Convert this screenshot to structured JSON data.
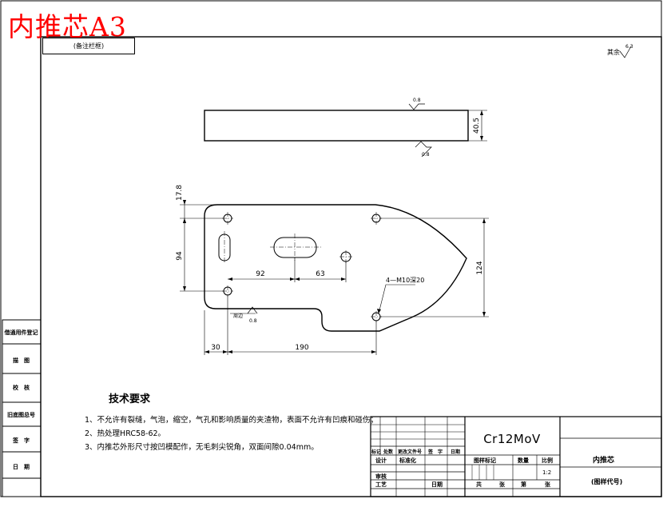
{
  "drawing_title": "内推芯A3",
  "stamp_box": "(备注栏框)",
  "surface_finish": {
    "label": "其余",
    "value": "6.3"
  },
  "dimensions": {
    "thickness": "40.5",
    "d_17_8": "17.8",
    "d_94": "94",
    "d_92": "92",
    "d_63": "63",
    "d_124": "124",
    "d_30": "30",
    "d_190": "190",
    "thread_callout": "4—M10深20"
  },
  "roughness": {
    "top": "0.8",
    "bottom": "0.8",
    "side_label": "周边",
    "side_value": "0.8"
  },
  "technical_requirements": {
    "title": "技术要求",
    "items": [
      "1、不允许有裂缝，气泡，缩空，气孔和影响质量的夹渣物，表面不允许有凹痕和碰伤；",
      "2、热处理HRC58-62。",
      "3、内推芯外形尺寸按凹模配作，无毛刺尖锐角，双面间隙0.04mm。"
    ]
  },
  "side_column": [
    "借通用件登记",
    "描　图",
    "校　核",
    "旧底图总号",
    "签　字",
    "日　期"
  ],
  "title_block": {
    "material": "Cr12MoV",
    "part_name": "内推芯",
    "part_code": "(图样代号)",
    "row_mark": [
      "标记",
      "处数",
      "更改文件号",
      "签　字",
      "日期"
    ],
    "designer": "设计",
    "standardize": "标准化",
    "review": "审核",
    "process": "工艺",
    "date": "日期",
    "stage": "图样标记",
    "weight": "数量",
    "scale": "比例",
    "scale_value": "1:2",
    "total": "共",
    "sheet": "张",
    "page": "第",
    "page_unit": "张"
  }
}
